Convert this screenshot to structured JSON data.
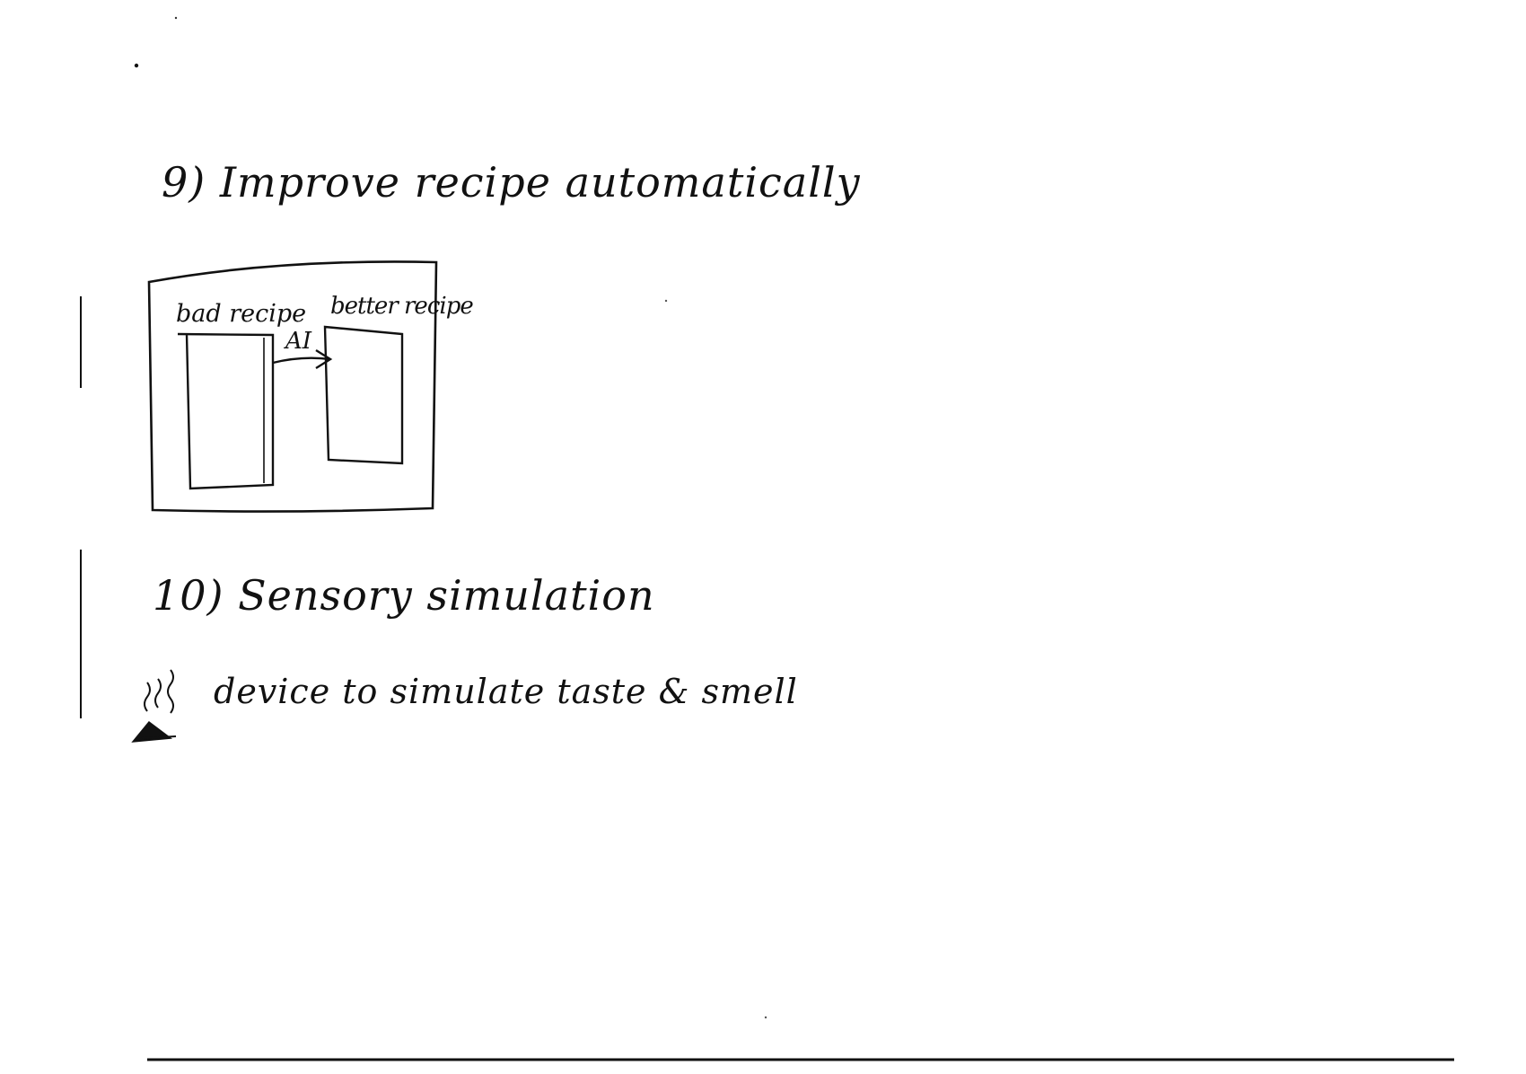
{
  "document": {
    "section_9": {
      "heading": "9) Improve recipe automatically",
      "diagram": {
        "left_box_label": "bad recipe",
        "arrow_label": "AI",
        "right_box_label": "better recipe"
      }
    },
    "section_10": {
      "heading": "10) Sensory simulation",
      "description": "device to simulate taste & smell"
    }
  },
  "icons": {
    "steam_icon": "steaming-food-icon"
  }
}
